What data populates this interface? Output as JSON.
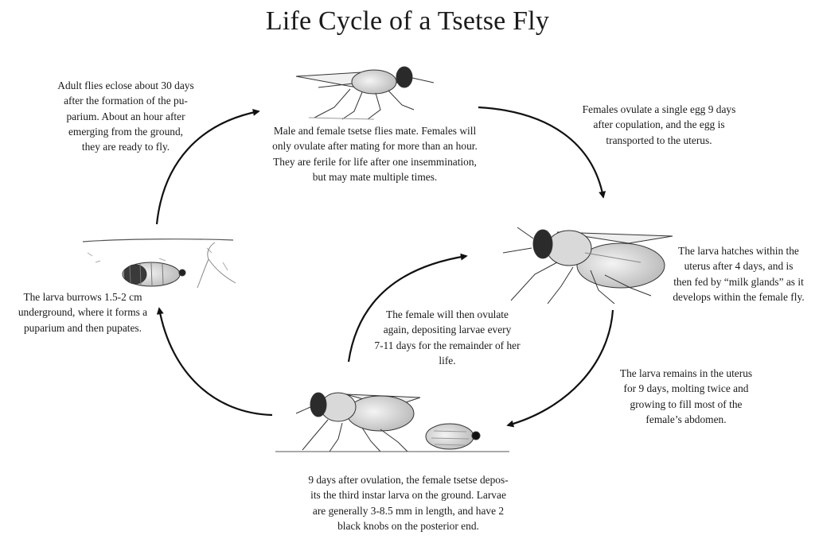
{
  "title": "Life Cycle of a Tsetse Fly",
  "captions": {
    "adult_eclose": [
      "Adult flies eclose about 30 days",
      "after the formation of the pu-",
      "parium. About an hour after",
      "emerging from the ground,",
      "they are ready to fly."
    ],
    "mating": [
      "Male and female tsetse flies mate. Females will",
      "only ovulate after mating for more than an hour.",
      "They are ferile for life after one insemmination,",
      "but may mate multiple times."
    ],
    "ovulation": [
      "Females ovulate a single egg 9 days",
      "after copulation, and the egg is",
      "transported to the uterus."
    ],
    "larva_hatches": [
      "The larva hatches within the",
      "uterus after 4 days, and is",
      "then fed by “milk glands” as it",
      "develops within the female fly."
    ],
    "larva_remains": [
      "The larva remains in the uterus",
      "for 9 days, molting twice and",
      "growing to fill most of the",
      "female’s abdomen."
    ],
    "deposit": [
      "9 days after ovulation, the female tsetse depos-",
      "its the third instar larva on the ground. Larvae",
      "are generally 3-8.5 mm in length, and have 2",
      "black knobs on the posterior end."
    ],
    "ovulate_again": [
      "The female will then ovulate",
      "again, depositing larvae every",
      "7-11 days for the remainder of her",
      "life."
    ],
    "burrows": [
      "The larva burrows 1.5-2 cm",
      "underground, where it forms a",
      "puparium and then pupates."
    ]
  }
}
